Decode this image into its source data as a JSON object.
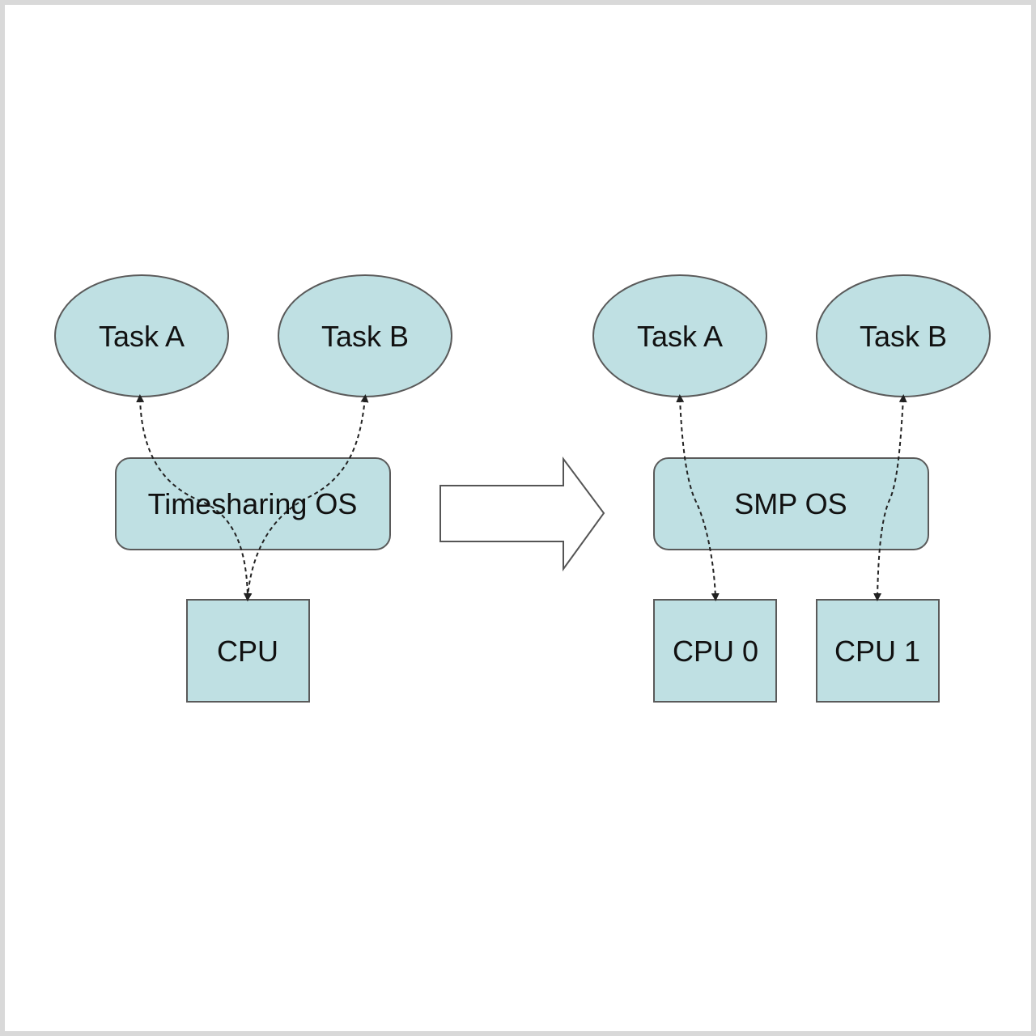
{
  "left_panel": {
    "task_a": "Task A",
    "task_b": "Task B",
    "os": "Timesharing OS",
    "cpu": "CPU"
  },
  "right_panel": {
    "task_a": "Task A",
    "task_b": "Task B",
    "os": "SMP OS",
    "cpu0": "CPU 0",
    "cpu1": "CPU 1"
  },
  "colors": {
    "node_fill": "#bfe0e3",
    "node_stroke": "#5a5a5a",
    "frame_border": "#d9d9d9"
  }
}
